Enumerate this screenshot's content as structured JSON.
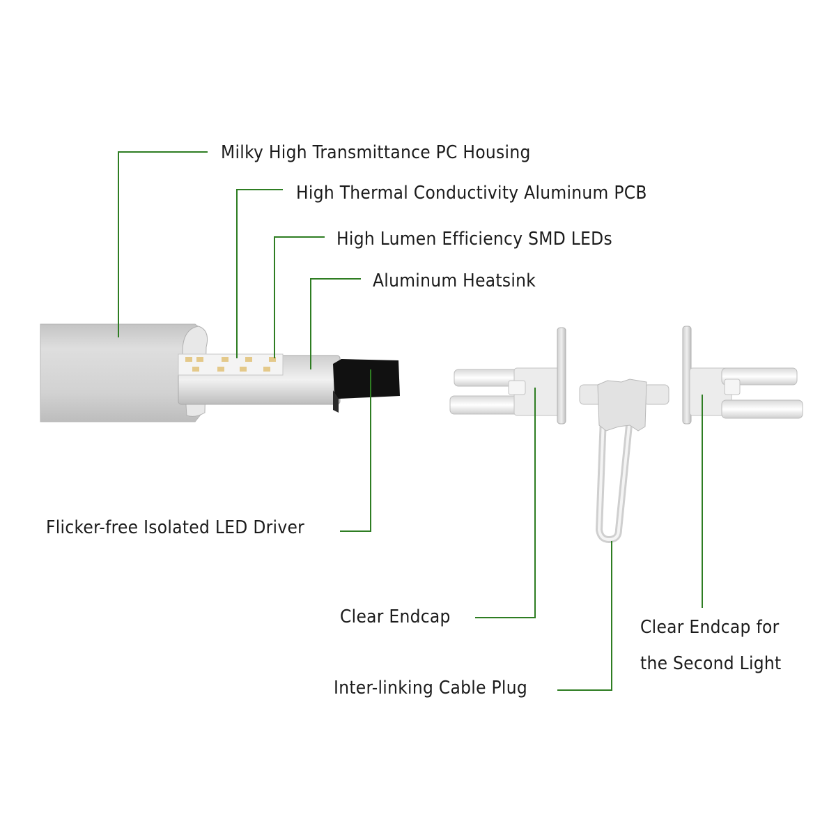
{
  "colors": {
    "leader_line": "#2e7d22",
    "housing": "#d6d6d6",
    "driver": "#111111",
    "chip": "#e4c98a",
    "endcap": "#e3e3e3"
  },
  "labels": {
    "housing": "Milky High Transmittance PC Housing",
    "pcb": "High Thermal Conductivity Aluminum PCB",
    "leds": "High Lumen Efficiency SMD LEDs",
    "heatsink": "Aluminum Heatsink",
    "driver": "Flicker-free Isolated LED Driver",
    "endcap": "Clear Endcap",
    "cable_plug": "Inter-linking Cable Plug",
    "endcap_second_line1": "Clear Endcap for",
    "endcap_second_line2": "the Second Light"
  }
}
